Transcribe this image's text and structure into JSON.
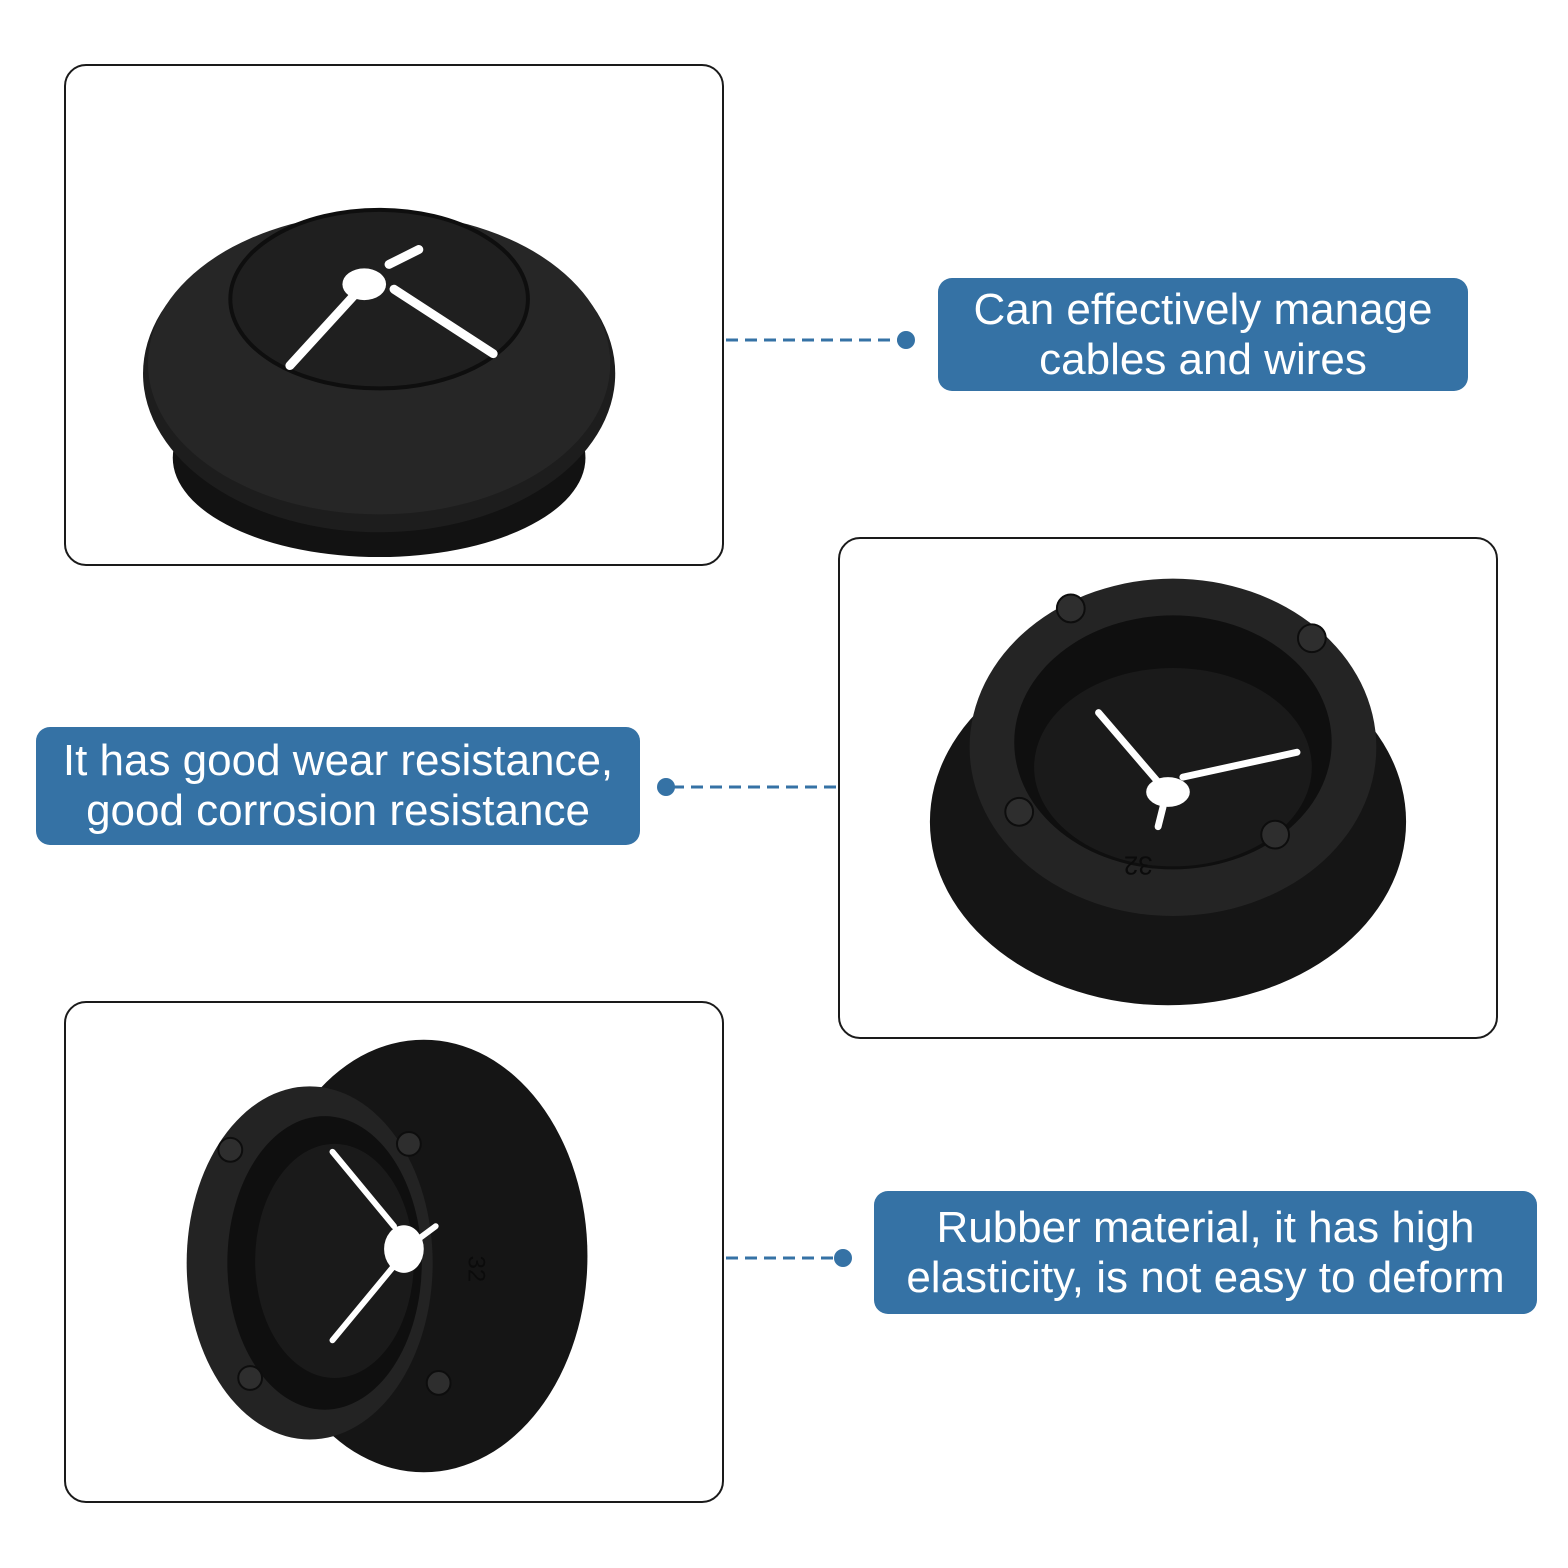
{
  "colors": {
    "callout_bg": "#3572a5",
    "connector": "#3572a5",
    "panel_border": "#1a1a1a",
    "rubber_dark": "#111111",
    "rubber_mid": "#262626"
  },
  "callouts": [
    {
      "line1": "Can effectively manage",
      "line2": "cables and wires"
    },
    {
      "line1": "It has good wear resistance,",
      "line2": "good corrosion resistance"
    },
    {
      "line1": "Rubber material,  it has high",
      "line2": "elasticity, is not easy to deform"
    }
  ],
  "panels": [
    {
      "view": "top view of grommet with star slits",
      "icon": "grommet-top-icon"
    },
    {
      "view": "angled view of grommet",
      "icon": "grommet-angled-icon",
      "marking": "32"
    },
    {
      "view": "side angled view of grommet",
      "icon": "grommet-side-icon",
      "marking": "32"
    }
  ]
}
